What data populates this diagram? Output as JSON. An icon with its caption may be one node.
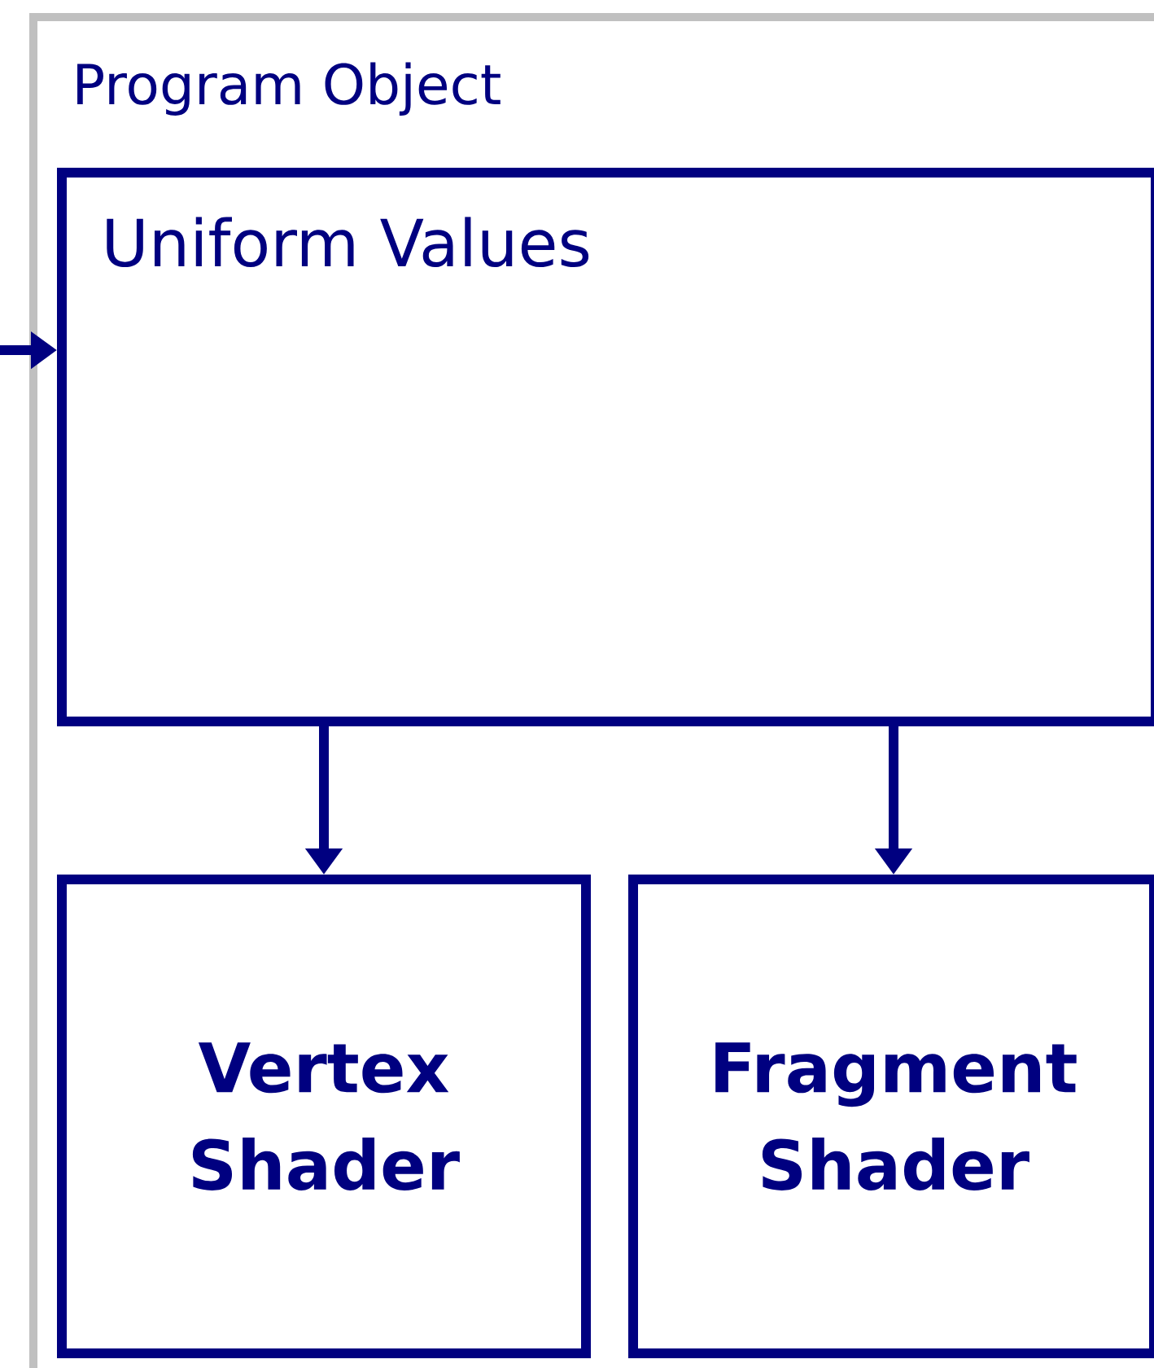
{
  "diagram": {
    "nodes": [
      {
        "text": [
          "Program Object"
        ]
      },
      {
        "text": [
          "Uniform Values"
        ],
        "in": 0
      },
      {
        "text": [
          "Vertex Shader"
        ],
        "in": 0
      },
      {
        "text": [
          "Fragment Shader"
        ],
        "in": 0
      }
    ],
    "edges": [
      {
        "from": null,
        "to": 1,
        "arrow": "to"
      },
      {
        "from": 1,
        "to": 2,
        "arrow": "to"
      },
      {
        "from": 1,
        "to": 3,
        "arrow": "to"
      }
    ]
  }
}
